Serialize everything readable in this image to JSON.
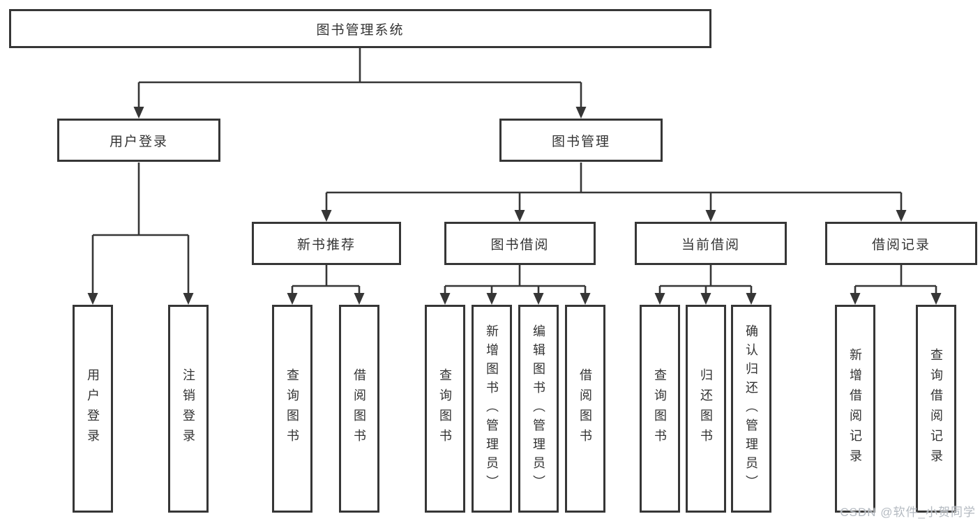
{
  "diagram": {
    "root": {
      "label": "图书管理系统"
    },
    "children": [
      {
        "label": "用户登录",
        "children": [
          {
            "label": "用户登录"
          },
          {
            "label": "注销登录"
          }
        ]
      },
      {
        "label": "图书管理",
        "children": [
          {
            "label": "新书推荐",
            "children": [
              {
                "label": "查询图书"
              },
              {
                "label": "借阅图书"
              }
            ]
          },
          {
            "label": "图书借阅",
            "children": [
              {
                "label": "查询图书"
              },
              {
                "label": "新增图书（管理员）"
              },
              {
                "label": "编辑图书（管理员）"
              },
              {
                "label": "借阅图书"
              }
            ]
          },
          {
            "label": "当前借阅",
            "children": [
              {
                "label": "查询图书"
              },
              {
                "label": "归还图书"
              },
              {
                "label": "确认归还（管理员）"
              }
            ]
          },
          {
            "label": "借阅记录",
            "children": [
              {
                "label": "新增借阅记录"
              },
              {
                "label": "查询借阅记录"
              }
            ]
          }
        ]
      }
    ]
  },
  "watermark": "CSDN @软件_小贺同学",
  "colors": {
    "line": "#363636",
    "text": "#333333",
    "watermark": "#b4bac1",
    "background": "#ffffff"
  }
}
